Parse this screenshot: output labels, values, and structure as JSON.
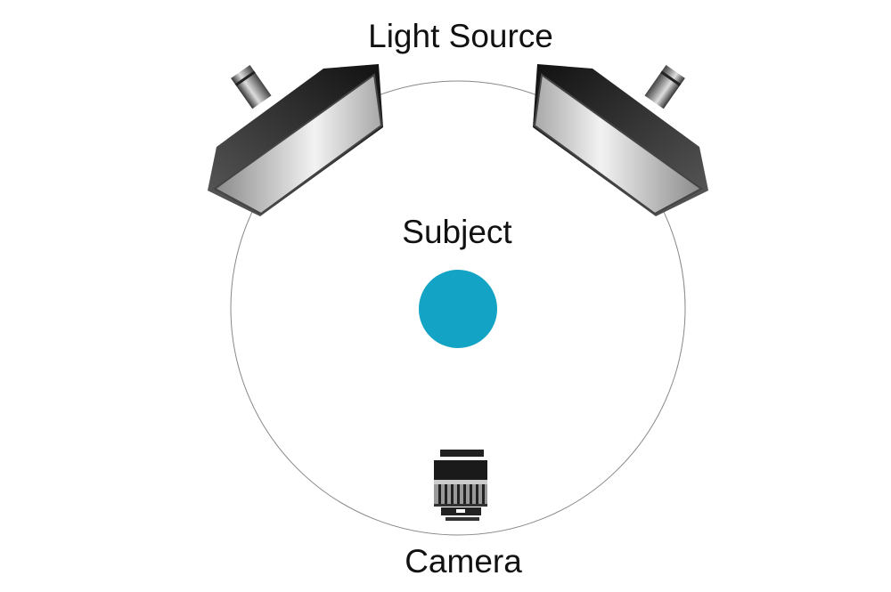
{
  "labels": {
    "light_source": "Light Source",
    "subject": "Subject",
    "camera": "Camera"
  },
  "colors": {
    "subject": "#13a3c4",
    "circle": "#888888"
  }
}
